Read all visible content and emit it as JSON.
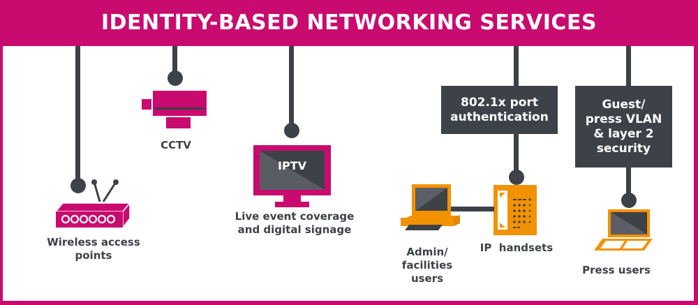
{
  "title": "IDENTITY-BASED NETWORKING SERVICES",
  "colors": {
    "brand_magenta": "#c90a6e",
    "dark_slate": "#3d4148",
    "orange": "#f39200",
    "background": "#ffffff"
  },
  "nodes": {
    "wireless": {
      "label": "Wireless access points",
      "icon": "wifi-router-icon"
    },
    "cctv": {
      "label": "CCTV",
      "icon": "cctv-camera-icon"
    },
    "iptv": {
      "label": "Live event coverage and digital signage",
      "screen_text": "IPTV",
      "icon": "tv-monitor-icon"
    },
    "port_auth": {
      "box_label": "802.1x port authentication"
    },
    "ip_handsets": {
      "label": "IP  handsets",
      "icon": "desk-phone-icon"
    },
    "admin": {
      "label": "Admin/ facilities users",
      "icon": "desktop-computer-icon"
    },
    "guest": {
      "box_label": "Guest/ press VLAN & layer 2 security"
    },
    "press": {
      "label": "Press users",
      "icon": "laptop-icon"
    }
  }
}
